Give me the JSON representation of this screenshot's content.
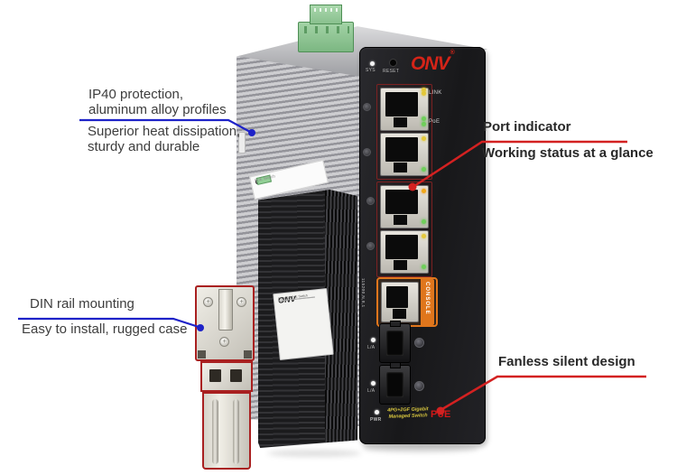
{
  "annotations": {
    "ip40_top1": "IP40 protection,",
    "ip40_top2": "aluminum alloy profiles",
    "ip40_bottom1": "Superior heat dissipation,",
    "ip40_bottom2": "sturdy and durable",
    "port_title": "Port indicator",
    "port_subtitle": "Working status at a glance",
    "din_title": "DIN rail mounting",
    "din_subtitle": "Easy to install, rugged case",
    "fanless_title": "Fanless silent design",
    "blue": "#1e22c8",
    "red": "#d32121"
  },
  "front_panel": {
    "brand": "ONV",
    "reg": "®",
    "sys": "SYS",
    "reset": "RESET",
    "link": "LINK",
    "poe": "PoE",
    "console": "CONSOLE",
    "serial": "115200,N,8,1",
    "la": "L/A",
    "pwr": "PWR",
    "model1": "4PG+2GF Gigabit",
    "model2": "Managed Switch",
    "poe_badge": "PoE"
  },
  "rear_label": {
    "brand": "ONV",
    "title": "Industrial PoE Switch"
  },
  "side_sticker": {
    "brand": "ONV",
    "title": "PoE Switch"
  }
}
